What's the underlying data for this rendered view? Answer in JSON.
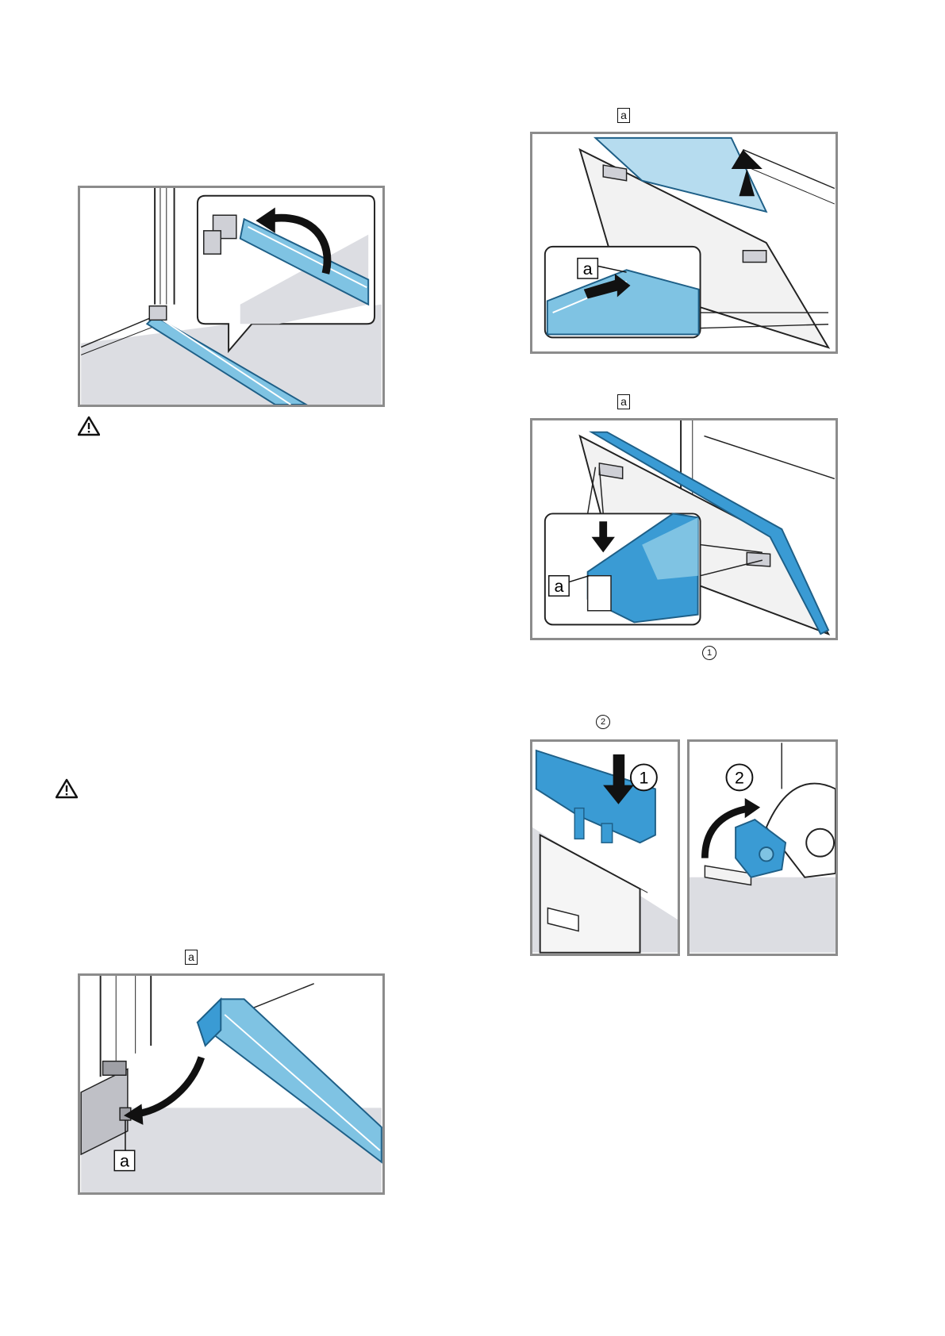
{
  "callouts": {
    "a": "a",
    "step1": "1",
    "step2": "2",
    "num1": "①",
    "num2": "②"
  },
  "icons": {
    "warning": "warning-triangle-icon"
  },
  "colors": {
    "glass_blue": "#7fc3e3",
    "part_blue": "#3a9bd4",
    "frame_grey": "#8c8c8c",
    "floor_grey": "#dcdde2"
  }
}
